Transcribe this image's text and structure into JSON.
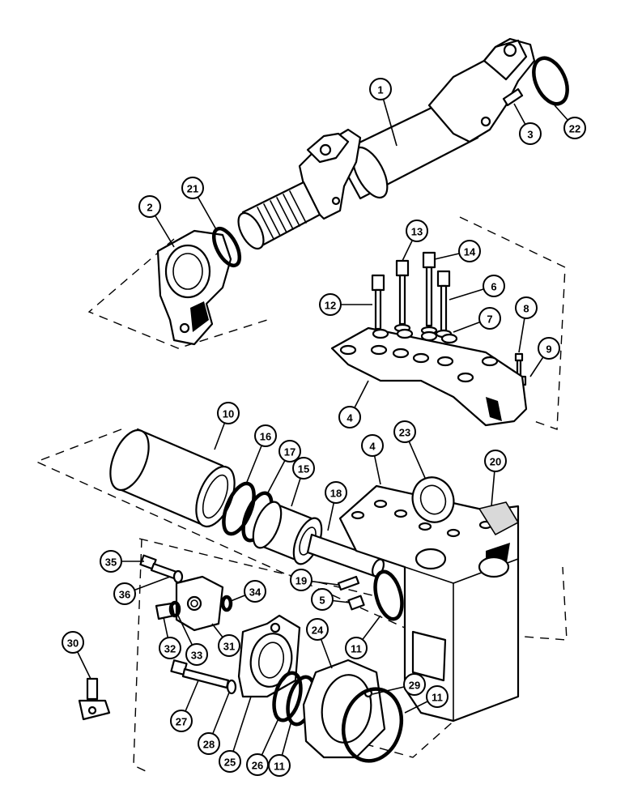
{
  "callouts": [
    {
      "id": "1",
      "label": "1"
    },
    {
      "id": "2",
      "label": "2"
    },
    {
      "id": "3",
      "label": "3"
    },
    {
      "id": "4a",
      "label": "4"
    },
    {
      "id": "4b",
      "label": "4"
    },
    {
      "id": "5",
      "label": "5"
    },
    {
      "id": "6",
      "label": "6"
    },
    {
      "id": "7",
      "label": "7"
    },
    {
      "id": "8",
      "label": "8"
    },
    {
      "id": "9",
      "label": "9"
    },
    {
      "id": "10",
      "label": "10"
    },
    {
      "id": "11a",
      "label": "11"
    },
    {
      "id": "11b",
      "label": "11"
    },
    {
      "id": "11c",
      "label": "11"
    },
    {
      "id": "12",
      "label": "12"
    },
    {
      "id": "13",
      "label": "13"
    },
    {
      "id": "14",
      "label": "14"
    },
    {
      "id": "15",
      "label": "15"
    },
    {
      "id": "16",
      "label": "16"
    },
    {
      "id": "17",
      "label": "17"
    },
    {
      "id": "18",
      "label": "18"
    },
    {
      "id": "19",
      "label": "19"
    },
    {
      "id": "20",
      "label": "20"
    },
    {
      "id": "21",
      "label": "21"
    },
    {
      "id": "22",
      "label": "22"
    },
    {
      "id": "23",
      "label": "23"
    },
    {
      "id": "24",
      "label": "24"
    },
    {
      "id": "25",
      "label": "25"
    },
    {
      "id": "26",
      "label": "26"
    },
    {
      "id": "27",
      "label": "27"
    },
    {
      "id": "28",
      "label": "28"
    },
    {
      "id": "29",
      "label": "29"
    },
    {
      "id": "30",
      "label": "30"
    },
    {
      "id": "31",
      "label": "31"
    },
    {
      "id": "32",
      "label": "32"
    },
    {
      "id": "33",
      "label": "33"
    },
    {
      "id": "34",
      "label": "34"
    },
    {
      "id": "35",
      "label": "35"
    },
    {
      "id": "36",
      "label": "36"
    }
  ]
}
